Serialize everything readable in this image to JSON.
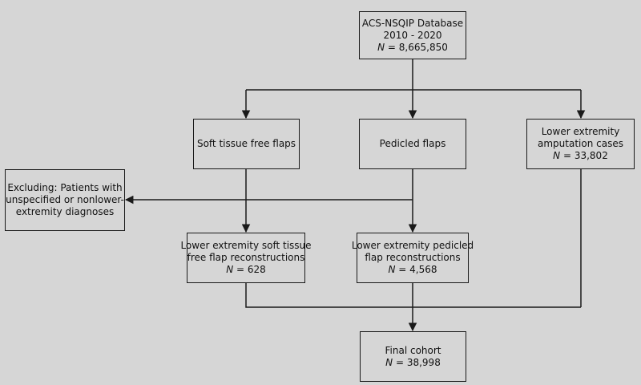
{
  "nodes": {
    "database": {
      "line1": "ACS-NSQIP Database",
      "line2": "2010 - 2020",
      "n_label": "N",
      "n_value": " = 8,665,850"
    },
    "soft_tissue": {
      "line1": "Soft tissue free flaps"
    },
    "pedicled": {
      "line1": "Pedicled flaps"
    },
    "amputation": {
      "line1": "Lower extremity",
      "line2": "amputation cases",
      "n_label": "N",
      "n_value": " = 33,802"
    },
    "exclusion": {
      "line1": "Excluding: Patients with",
      "line2": "unspecified or nonlower-",
      "line3": "extremity diagnoses"
    },
    "soft_tissue_recon": {
      "line1": "Lower extremity soft tissue",
      "line2": "free flap reconstructions",
      "n_label": "N",
      "n_value": " = 628"
    },
    "pedicled_recon": {
      "line1": "Lower extremity pedicled",
      "line2": "flap reconstructions",
      "n_label": "N",
      "n_value": " = 4,568"
    },
    "final": {
      "line1": "Final cohort",
      "n_label": "N",
      "n_value": " = 38,998"
    }
  }
}
